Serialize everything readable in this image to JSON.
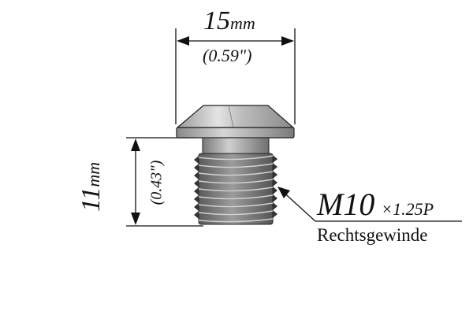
{
  "diagram": {
    "title": "Bolt dimension diagram",
    "width_dimension": {
      "mm_value": "15",
      "mm_unit": "mm",
      "inch": "(0.59\")"
    },
    "height_dimension": {
      "mm_value": "11",
      "mm_unit": "mm",
      "inch": "(0.43\")"
    },
    "thread": {
      "size": "M10",
      "pitch": "×1.25P",
      "direction": "Rechtsgewinde"
    },
    "colors": {
      "line": "#111111",
      "metal_light": "#d8d8d8",
      "metal_dark": "#6a6a6a",
      "background": "#ffffff"
    }
  }
}
